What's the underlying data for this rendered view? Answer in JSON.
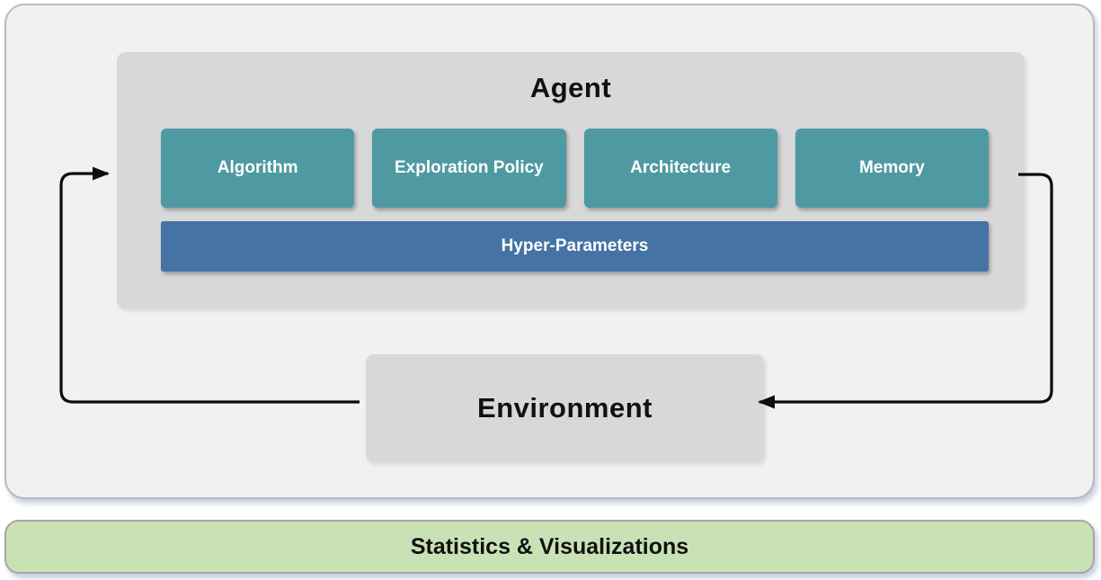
{
  "diagram": {
    "agent": {
      "title": "Agent",
      "components": [
        {
          "label": "Algorithm"
        },
        {
          "label": "Exploration Policy"
        },
        {
          "label": "Architecture"
        },
        {
          "label": "Memory"
        }
      ],
      "hyper_parameters_label": "Hyper-Parameters"
    },
    "environment": {
      "label": "Environment"
    },
    "footer": {
      "label": "Statistics & Visualizations"
    },
    "arrows": [
      {
        "name": "environment-to-agent",
        "direction": "points into Agent left edge"
      },
      {
        "name": "agent-to-environment",
        "direction": "points into Environment right edge"
      }
    ]
  },
  "colors": {
    "teal": "#4f9aa2",
    "blue": "#4473a4",
    "box_gray": "#d8d8d8",
    "canvas_gray": "#f1f1f2",
    "canvas_border": "#b9b9b9",
    "green": "#c8e2b6",
    "green_border": "#a6a6a6",
    "arrow": "#0d0d0d",
    "text_dark": "#111111",
    "text_light": "#ffffff"
  }
}
